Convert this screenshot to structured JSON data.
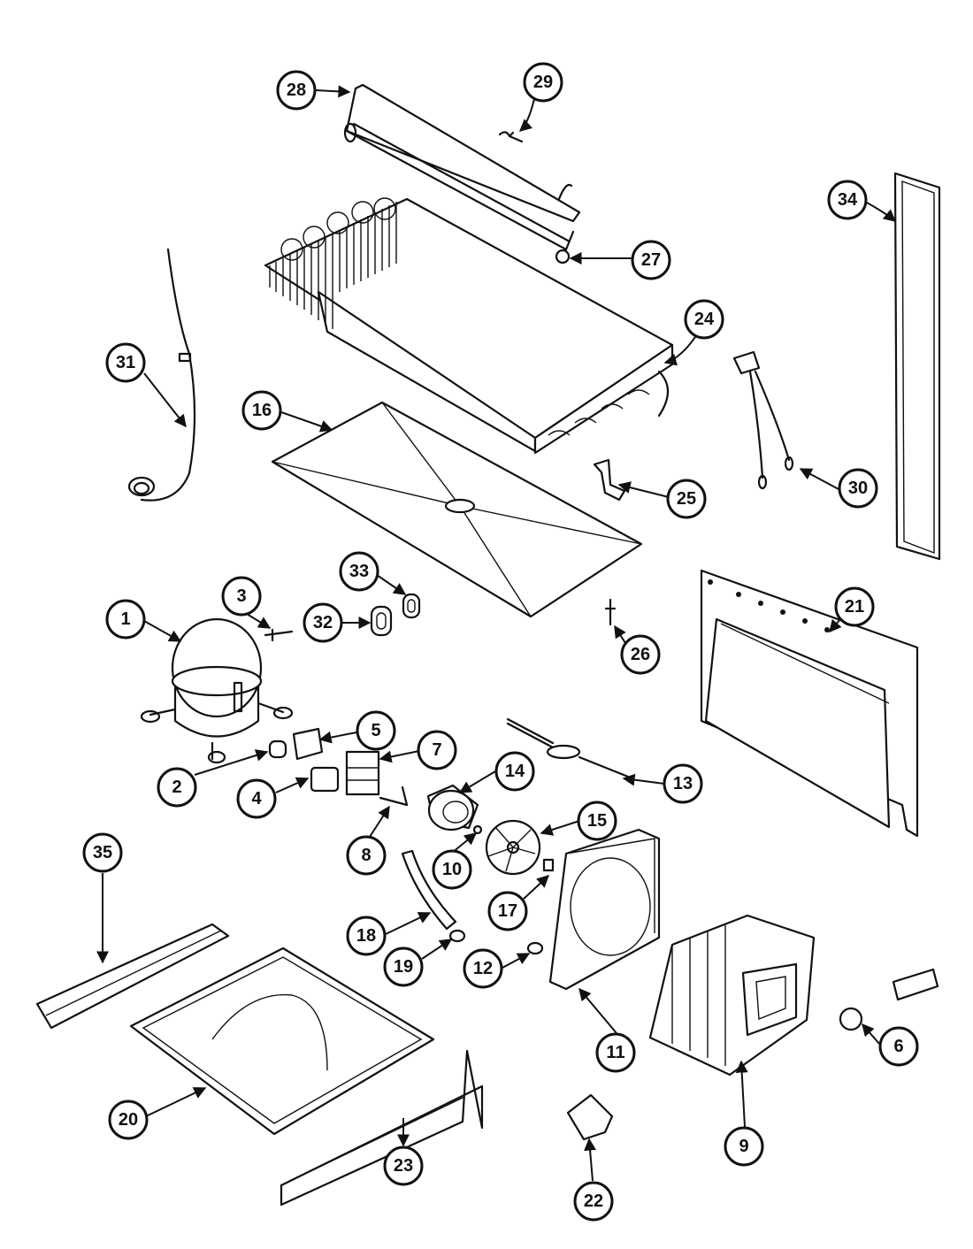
{
  "callouts": {
    "c1": "1",
    "c2": "2",
    "c3": "3",
    "c4": "4",
    "c5": "5",
    "c6": "6",
    "c7": "7",
    "c8": "8",
    "c9": "9",
    "c10": "10",
    "c11": "11",
    "c12": "12",
    "c13": "13",
    "c14": "14",
    "c15": "15",
    "c16": "16",
    "c17": "17",
    "c18": "18",
    "c19": "19",
    "c20": "20",
    "c21": "21",
    "c22": "22",
    "c23": "23",
    "c24": "24",
    "c25": "25",
    "c26": "26",
    "c27": "27",
    "c28": "28",
    "c29": "29",
    "c30": "30",
    "c31": "31",
    "c32": "32",
    "c33": "33",
    "c34": "34",
    "c35": "35"
  }
}
